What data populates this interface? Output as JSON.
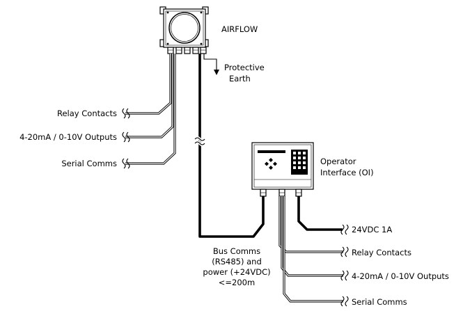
{
  "airflow_unit": {
    "label": "AIRFLOW",
    "earth_label_line1": "Protective",
    "earth_label_line2": "Earth",
    "outputs": [
      "Relay Contacts",
      "4-20mA / 0-10V Outputs",
      "Serial Comms"
    ]
  },
  "bus": {
    "line1": "Bus Comms",
    "line2": "(RS485) and",
    "line3": "power (+24VDC)",
    "line4": "<=200m"
  },
  "operator_interface": {
    "line1": "Operator",
    "line2": "Interface (OI)",
    "power_label": "24VDC 1A",
    "outputs": [
      "Relay Contacts",
      "4-20mA / 0-10V Outputs",
      "Serial Comms"
    ]
  }
}
